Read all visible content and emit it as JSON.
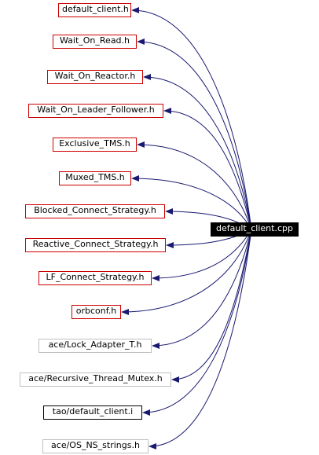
{
  "graph": {
    "root": {
      "label": "default_client.cpp"
    },
    "edge_color": "#191970",
    "nodes": [
      {
        "label": "default_client.h",
        "style": "red"
      },
      {
        "label": "Wait_On_Read.h",
        "style": "red"
      },
      {
        "label": "Wait_On_Reactor.h",
        "style": "red"
      },
      {
        "label": "Wait_On_Leader_Follower.h",
        "style": "red"
      },
      {
        "label": "Exclusive_TMS.h",
        "style": "red"
      },
      {
        "label": "Muxed_TMS.h",
        "style": "red"
      },
      {
        "label": "Blocked_Connect_Strategy.h",
        "style": "red"
      },
      {
        "label": "Reactive_Connect_Strategy.h",
        "style": "red"
      },
      {
        "label": "LF_Connect_Strategy.h",
        "style": "red"
      },
      {
        "label": "orbconf.h",
        "style": "red"
      },
      {
        "label": "ace/Lock_Adapter_T.h",
        "style": "gray"
      },
      {
        "label": "ace/Recursive_Thread_Mutex.h",
        "style": "gray"
      },
      {
        "label": "tao/default_client.i",
        "style": "black"
      },
      {
        "label": "ace/OS_NS_strings.h",
        "style": "gray"
      }
    ]
  }
}
